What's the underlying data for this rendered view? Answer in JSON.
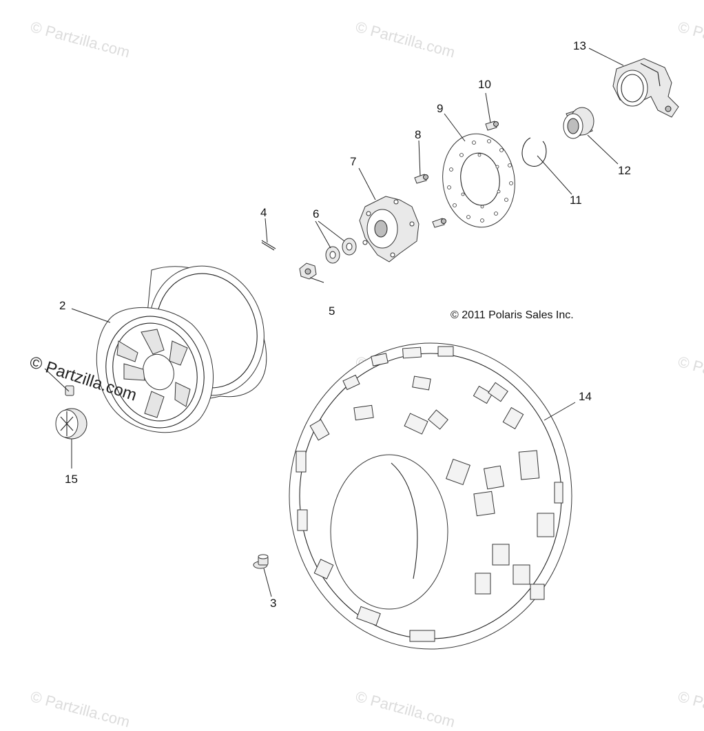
{
  "copyright": "© 2011 Polaris Sales Inc.",
  "watermark": "© Partzilla.com",
  "callouts": [
    {
      "id": "2",
      "label": "2"
    },
    {
      "id": "3",
      "label": "3"
    },
    {
      "id": "4",
      "label": "4"
    },
    {
      "id": "5",
      "label": "5"
    },
    {
      "id": "6",
      "label": "6"
    },
    {
      "id": "7",
      "label": "7"
    },
    {
      "id": "8",
      "label": "8"
    },
    {
      "id": "9",
      "label": "9"
    },
    {
      "id": "10",
      "label": "10"
    },
    {
      "id": "11",
      "label": "11"
    },
    {
      "id": "12",
      "label": "12"
    },
    {
      "id": "13",
      "label": "13"
    },
    {
      "id": "14",
      "label": "14"
    },
    {
      "id": "15",
      "label": "15"
    }
  ],
  "parts": [
    {
      "ref": "2",
      "name": "wheel-rim"
    },
    {
      "ref": "3",
      "name": "valve-stem"
    },
    {
      "ref": "4",
      "name": "cotter-pin"
    },
    {
      "ref": "5",
      "name": "castle-nut"
    },
    {
      "ref": "6",
      "name": "washers"
    },
    {
      "ref": "7",
      "name": "wheel-hub"
    },
    {
      "ref": "8",
      "name": "hub-bolts"
    },
    {
      "ref": "9",
      "name": "brake-disc"
    },
    {
      "ref": "10",
      "name": "disc-bolt"
    },
    {
      "ref": "11",
      "name": "retaining-ring"
    },
    {
      "ref": "12",
      "name": "bearing"
    },
    {
      "ref": "13",
      "name": "bearing-carrier"
    },
    {
      "ref": "14",
      "name": "tire"
    },
    {
      "ref": "15",
      "name": "center-cap"
    }
  ]
}
